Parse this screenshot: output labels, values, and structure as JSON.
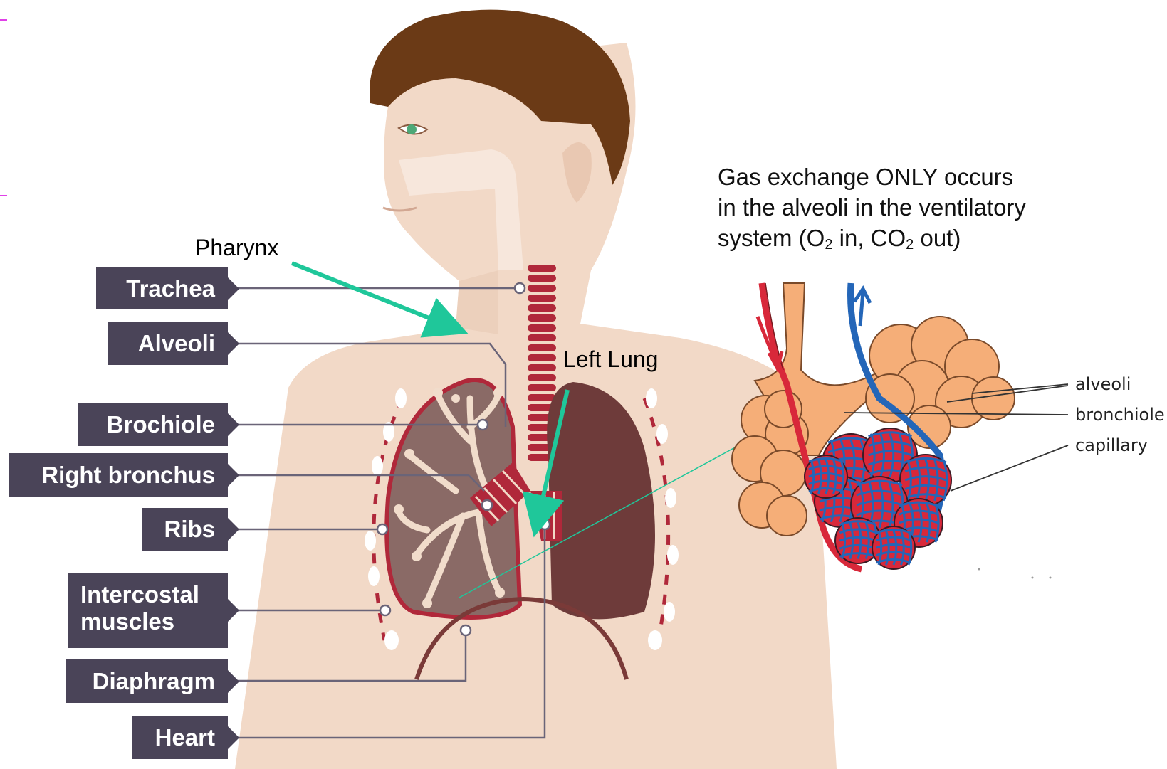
{
  "labels": {
    "trachea": "Trachea",
    "alveoli": "Alveoli",
    "brochiole": "Brochiole",
    "right_bronchus": "Right bronchus",
    "ribs": "Ribs",
    "intercostal_line1": "Intercostal",
    "intercostal_line2": "muscles",
    "diaphragm": "Diaphragm",
    "heart": "Heart"
  },
  "annotations": {
    "pharynx": "Pharynx",
    "left_lung": "Left Lung"
  },
  "note": {
    "line1": "Gas exchange ONLY occurs",
    "line2": "in the alveoli in the ventilatory",
    "line3_a": "system (O",
    "line3_sub1": "2",
    "line3_b": " in, CO",
    "line3_sub2": "2",
    "line3_c": " out)"
  },
  "inset_labels": {
    "alveoli": "alveoli",
    "bronchiole": "bronchiole",
    "capillary": "capillary"
  },
  "colors": {
    "skin": "#f2d9c7",
    "hair": "#6b3a16",
    "lung_right": "#8a6a66",
    "lung_left": "#6e3b3a",
    "airway_red": "#b0283a",
    "label_box": "#4a4458",
    "arrow_green": "#1fc79a",
    "alveoli_orange": "#f5ae78",
    "vessel_red": "#d8283a",
    "vessel_blue": "#2466b8"
  }
}
